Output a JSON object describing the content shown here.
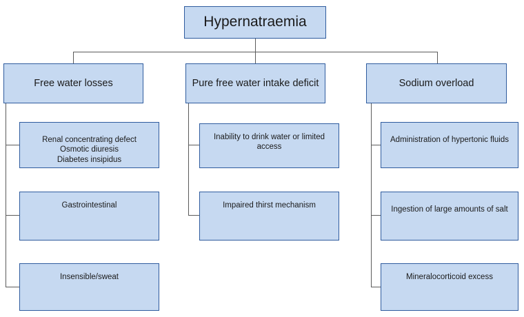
{
  "diagram": {
    "title": "Hypernatraemia causes flowchart",
    "colors": {
      "node_fill": "#c6d9f1",
      "node_border": "#2e5b9e",
      "connector": "#5a5a5a",
      "background": "#ffffff",
      "text": "#1a1a1a"
    },
    "root": {
      "label": "Hypernatraemia"
    },
    "branches": [
      {
        "label": "Free water losses",
        "children": [
          {
            "label": "Renal concentrating defect\nOsmotic diuresis\nDiabetes insipidus"
          },
          {
            "label": "Gastrointestinal"
          },
          {
            "label": "Insensible/sweat"
          }
        ]
      },
      {
        "label": "Pure free water intake deficit",
        "children": [
          {
            "label": "Inability to drink water or limited access"
          },
          {
            "label": "Impaired thirst mechanism"
          }
        ]
      },
      {
        "label": "Sodium overload",
        "children": [
          {
            "label": "Administration of hypertonic fluids"
          },
          {
            "label": "Ingestion of large amounts of salt"
          },
          {
            "label": "Mineralocorticoid  excess"
          }
        ]
      }
    ]
  }
}
